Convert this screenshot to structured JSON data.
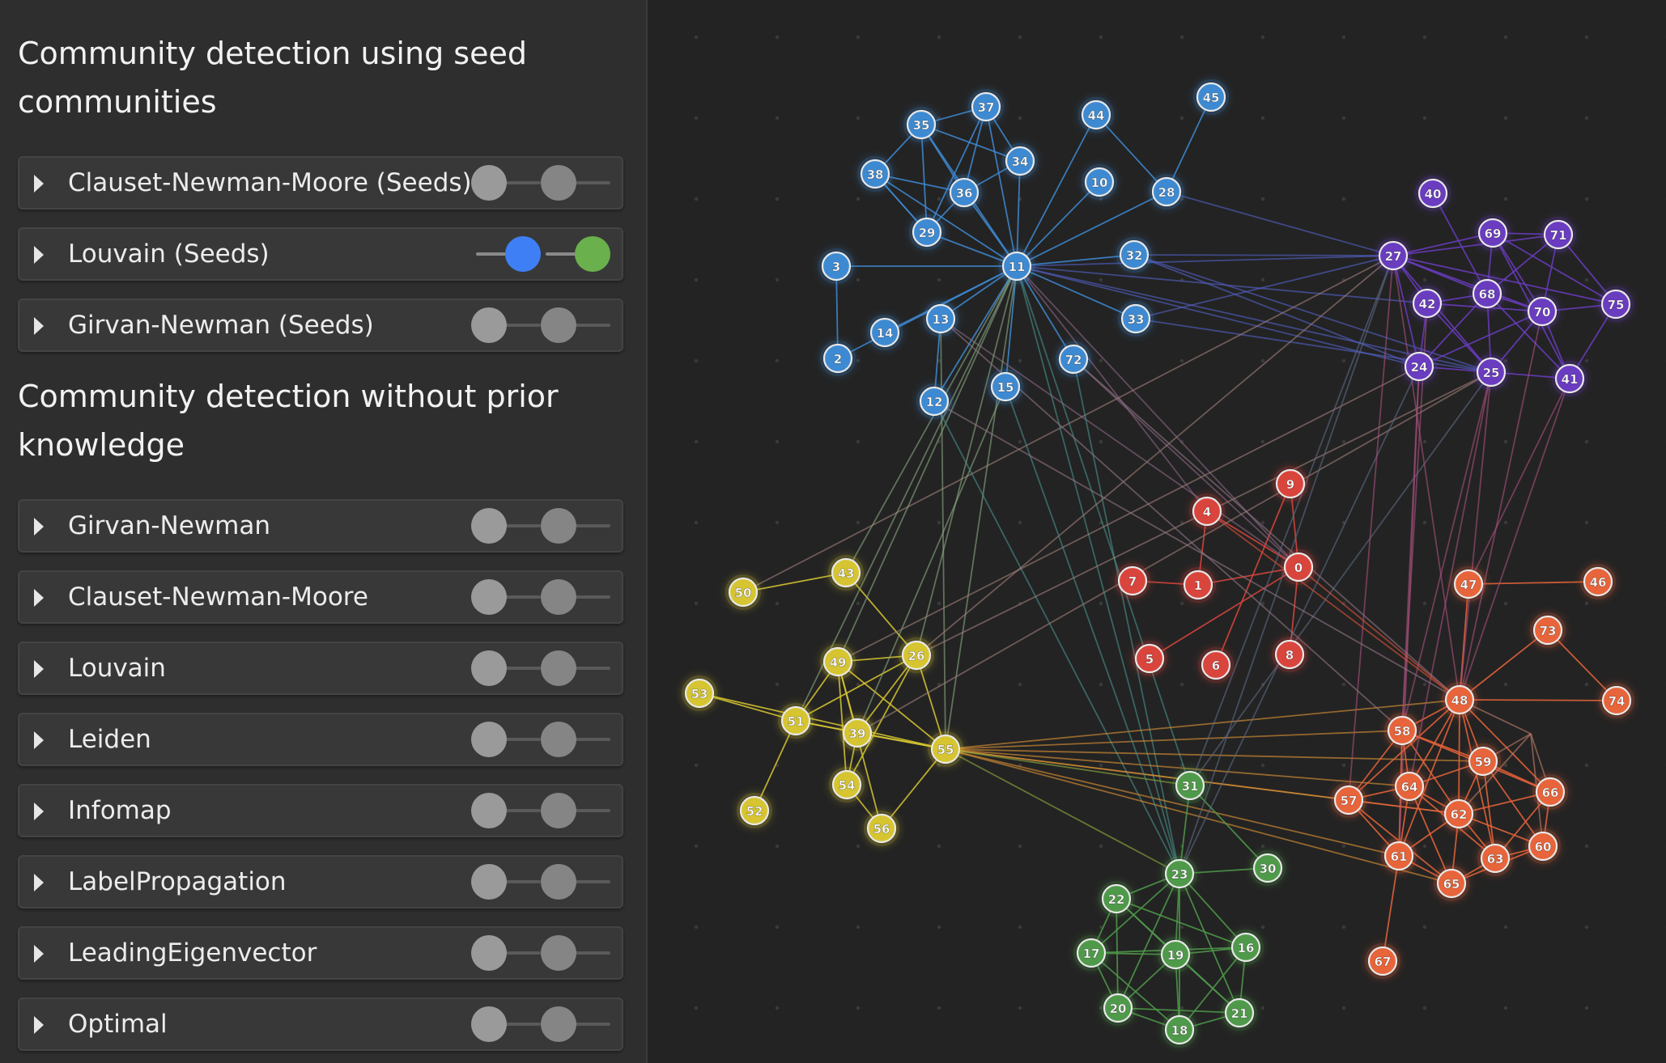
{
  "sidebar": {
    "seed_heading": "Community detection using seed communities",
    "seed_algorithms": [
      {
        "label": "Clauset-Newman-Moore (Seeds)",
        "toggle_a": false,
        "toggle_b": false
      },
      {
        "label": "Louvain (Seeds)",
        "toggle_a": true,
        "toggle_b": true
      },
      {
        "label": "Girvan-Newman (Seeds)",
        "toggle_a": false,
        "toggle_b": false
      }
    ],
    "noprior_heading": "Community detection without prior knowledge",
    "noprior_algorithms": [
      {
        "label": "Girvan-Newman",
        "toggle_a": false,
        "toggle_b": false
      },
      {
        "label": "Clauset-Newman-Moore",
        "toggle_a": false,
        "toggle_b": false
      },
      {
        "label": "Louvain",
        "toggle_a": false,
        "toggle_b": false
      },
      {
        "label": "Leiden",
        "toggle_a": false,
        "toggle_b": false
      },
      {
        "label": "Infomap",
        "toggle_a": false,
        "toggle_b": false
      },
      {
        "label": "LabelPropagation",
        "toggle_a": false,
        "toggle_b": false
      },
      {
        "label": "LeadingEigenvector",
        "toggle_a": false,
        "toggle_b": false
      },
      {
        "label": "Optimal",
        "toggle_a": false,
        "toggle_b": false
      }
    ],
    "toggle_colors": {
      "a_on": "#3f7ff5",
      "b_on": "#6ab04c"
    }
  },
  "graph": {
    "community_colors": {
      "blue": "#3e8ad2",
      "purple": "#6a3cc0",
      "red": "#d9453c",
      "yellow": "#d6c531",
      "orange": "#e8643a",
      "green": "#4f9a4a"
    },
    "nodes": [
      {
        "id": "0",
        "c": "red"
      },
      {
        "id": "1",
        "c": "red"
      },
      {
        "id": "2",
        "c": "blue"
      },
      {
        "id": "3",
        "c": "blue"
      },
      {
        "id": "4",
        "c": "red"
      },
      {
        "id": "5",
        "c": "red"
      },
      {
        "id": "6",
        "c": "red"
      },
      {
        "id": "7",
        "c": "red"
      },
      {
        "id": "8",
        "c": "red"
      },
      {
        "id": "9",
        "c": "red"
      },
      {
        "id": "10",
        "c": "blue"
      },
      {
        "id": "11",
        "c": "blue"
      },
      {
        "id": "12",
        "c": "blue"
      },
      {
        "id": "13",
        "c": "blue"
      },
      {
        "id": "14",
        "c": "blue"
      },
      {
        "id": "15",
        "c": "blue"
      },
      {
        "id": "16",
        "c": "green"
      },
      {
        "id": "17",
        "c": "green"
      },
      {
        "id": "18",
        "c": "green"
      },
      {
        "id": "19",
        "c": "green"
      },
      {
        "id": "20",
        "c": "green"
      },
      {
        "id": "21",
        "c": "green"
      },
      {
        "id": "22",
        "c": "green"
      },
      {
        "id": "23",
        "c": "green"
      },
      {
        "id": "24",
        "c": "purple"
      },
      {
        "id": "25",
        "c": "purple"
      },
      {
        "id": "26",
        "c": "yellow"
      },
      {
        "id": "27",
        "c": "purple"
      },
      {
        "id": "28",
        "c": "blue"
      },
      {
        "id": "29",
        "c": "blue"
      },
      {
        "id": "30",
        "c": "green"
      },
      {
        "id": "31",
        "c": "green"
      },
      {
        "id": "32",
        "c": "blue"
      },
      {
        "id": "33",
        "c": "blue"
      },
      {
        "id": "34",
        "c": "blue"
      },
      {
        "id": "35",
        "c": "blue"
      },
      {
        "id": "36",
        "c": "blue"
      },
      {
        "id": "37",
        "c": "blue"
      },
      {
        "id": "38",
        "c": "blue"
      },
      {
        "id": "39",
        "c": "yellow"
      },
      {
        "id": "40",
        "c": "purple"
      },
      {
        "id": "41",
        "c": "purple"
      },
      {
        "id": "42",
        "c": "purple"
      },
      {
        "id": "43",
        "c": "yellow"
      },
      {
        "id": "44",
        "c": "blue"
      },
      {
        "id": "45",
        "c": "blue"
      },
      {
        "id": "46",
        "c": "orange"
      },
      {
        "id": "47",
        "c": "orange"
      },
      {
        "id": "48",
        "c": "orange"
      },
      {
        "id": "49",
        "c": "yellow"
      },
      {
        "id": "50",
        "c": "yellow"
      },
      {
        "id": "51",
        "c": "yellow"
      },
      {
        "id": "52",
        "c": "yellow"
      },
      {
        "id": "53",
        "c": "yellow"
      },
      {
        "id": "54",
        "c": "yellow"
      },
      {
        "id": "55",
        "c": "yellow"
      },
      {
        "id": "56",
        "c": "yellow"
      },
      {
        "id": "57",
        "c": "orange"
      },
      {
        "id": "58",
        "c": "orange"
      },
      {
        "id": "59",
        "c": "orange"
      },
      {
        "id": "60",
        "c": "orange"
      },
      {
        "id": "61",
        "c": "orange"
      },
      {
        "id": "62",
        "c": "orange"
      },
      {
        "id": "63",
        "c": "orange"
      },
      {
        "id": "64",
        "c": "orange"
      },
      {
        "id": "65",
        "c": "orange"
      },
      {
        "id": "66",
        "c": "orange"
      },
      {
        "id": "67",
        "c": "orange"
      },
      {
        "id": "68",
        "c": "purple"
      },
      {
        "id": "69",
        "c": "purple"
      },
      {
        "id": "70",
        "c": "purple"
      },
      {
        "id": "71",
        "c": "purple"
      },
      {
        "id": "72",
        "c": "blue"
      },
      {
        "id": "73",
        "c": "orange"
      },
      {
        "id": "74",
        "c": "orange"
      },
      {
        "id": "75",
        "c": "purple"
      }
    ],
    "edges": [
      [
        "11",
        "3"
      ],
      [
        "11",
        "29"
      ],
      [
        "11",
        "36"
      ],
      [
        "11",
        "34"
      ],
      [
        "11",
        "37"
      ],
      [
        "11",
        "10"
      ],
      [
        "11",
        "44"
      ],
      [
        "11",
        "28"
      ],
      [
        "11",
        "32"
      ],
      [
        "11",
        "33"
      ],
      [
        "11",
        "13"
      ],
      [
        "11",
        "14"
      ],
      [
        "11",
        "12"
      ],
      [
        "11",
        "15"
      ],
      [
        "11",
        "72"
      ],
      [
        "11",
        "38"
      ],
      [
        "11",
        "35"
      ],
      [
        "35",
        "37"
      ],
      [
        "35",
        "36"
      ],
      [
        "35",
        "38"
      ],
      [
        "35",
        "29"
      ],
      [
        "35",
        "34"
      ],
      [
        "37",
        "36"
      ],
      [
        "37",
        "34"
      ],
      [
        "37",
        "29"
      ],
      [
        "38",
        "36"
      ],
      [
        "38",
        "29"
      ],
      [
        "36",
        "34"
      ],
      [
        "36",
        "29"
      ],
      [
        "29",
        "38"
      ],
      [
        "3",
        "2"
      ],
      [
        "2",
        "11"
      ],
      [
        "28",
        "45"
      ],
      [
        "28",
        "44"
      ],
      [
        "32",
        "27"
      ],
      [
        "12",
        "13"
      ],
      [
        "11",
        "27"
      ],
      [
        "11",
        "24"
      ],
      [
        "11",
        "25"
      ],
      [
        "11",
        "42"
      ],
      [
        "32",
        "24"
      ],
      [
        "33",
        "27"
      ],
      [
        "32",
        "25"
      ],
      [
        "28",
        "27"
      ],
      [
        "33",
        "25"
      ],
      [
        "27",
        "69"
      ],
      [
        "27",
        "71"
      ],
      [
        "27",
        "68"
      ],
      [
        "27",
        "42"
      ],
      [
        "27",
        "70"
      ],
      [
        "27",
        "75"
      ],
      [
        "27",
        "24"
      ],
      [
        "27",
        "25"
      ],
      [
        "40",
        "68"
      ],
      [
        "69",
        "71"
      ],
      [
        "69",
        "68"
      ],
      [
        "69",
        "70"
      ],
      [
        "69",
        "75"
      ],
      [
        "69",
        "41"
      ],
      [
        "71",
        "75"
      ],
      [
        "71",
        "70"
      ],
      [
        "71",
        "68"
      ],
      [
        "68",
        "42"
      ],
      [
        "68",
        "70"
      ],
      [
        "68",
        "25"
      ],
      [
        "68",
        "24"
      ],
      [
        "68",
        "41"
      ],
      [
        "42",
        "24"
      ],
      [
        "42",
        "25"
      ],
      [
        "70",
        "75"
      ],
      [
        "70",
        "25"
      ],
      [
        "70",
        "41"
      ],
      [
        "24",
        "25"
      ],
      [
        "25",
        "41"
      ],
      [
        "75",
        "41"
      ],
      [
        "24",
        "70"
      ],
      [
        "42",
        "70"
      ],
      [
        "0",
        "1"
      ],
      [
        "0",
        "4"
      ],
      [
        "0",
        "9"
      ],
      [
        "0",
        "8"
      ],
      [
        "0",
        "5"
      ],
      [
        "1",
        "7"
      ],
      [
        "4",
        "1"
      ],
      [
        "9",
        "6"
      ],
      [
        "11",
        "0"
      ],
      [
        "11",
        "4"
      ],
      [
        "0",
        "13"
      ],
      [
        "72",
        "0"
      ],
      [
        "50",
        "43"
      ],
      [
        "50",
        "27"
      ],
      [
        "43",
        "26"
      ],
      [
        "49",
        "26"
      ],
      [
        "49",
        "51"
      ],
      [
        "49",
        "39"
      ],
      [
        "49",
        "54"
      ],
      [
        "49",
        "55"
      ],
      [
        "26",
        "39"
      ],
      [
        "26",
        "55"
      ],
      [
        "26",
        "51"
      ],
      [
        "51",
        "53"
      ],
      [
        "51",
        "52"
      ],
      [
        "51",
        "39"
      ],
      [
        "51",
        "55"
      ],
      [
        "39",
        "54"
      ],
      [
        "39",
        "55"
      ],
      [
        "54",
        "56"
      ],
      [
        "55",
        "56"
      ],
      [
        "55",
        "53"
      ],
      [
        "49",
        "56"
      ],
      [
        "26",
        "54"
      ],
      [
        "11",
        "49"
      ],
      [
        "11",
        "26"
      ],
      [
        "11",
        "55"
      ],
      [
        "11",
        "43"
      ],
      [
        "11",
        "51"
      ],
      [
        "15",
        "39"
      ],
      [
        "12",
        "23"
      ],
      [
        "11",
        "23"
      ],
      [
        "11",
        "31"
      ],
      [
        "72",
        "23"
      ],
      [
        "13",
        "55"
      ],
      [
        "55",
        "58"
      ],
      [
        "55",
        "57"
      ],
      [
        "55",
        "64"
      ],
      [
        "55",
        "48"
      ],
      [
        "55",
        "61"
      ],
      [
        "55",
        "59"
      ],
      [
        "55",
        "62"
      ],
      [
        "55",
        "65"
      ],
      [
        "55",
        "23"
      ],
      [
        "55",
        "31"
      ],
      [
        "26",
        "25"
      ],
      [
        "49",
        "24"
      ],
      [
        "26",
        "27"
      ],
      [
        "39",
        "25"
      ],
      [
        "23",
        "22"
      ],
      [
        "23",
        "17"
      ],
      [
        "23",
        "19"
      ],
      [
        "23",
        "16"
      ],
      [
        "23",
        "20"
      ],
      [
        "23",
        "21"
      ],
      [
        "23",
        "18"
      ],
      [
        "23",
        "30"
      ],
      [
        "23",
        "31"
      ],
      [
        "22",
        "17"
      ],
      [
        "22",
        "19"
      ],
      [
        "22",
        "16"
      ],
      [
        "22",
        "20"
      ],
      [
        "17",
        "19"
      ],
      [
        "17",
        "20"
      ],
      [
        "17",
        "18"
      ],
      [
        "19",
        "16"
      ],
      [
        "19",
        "20"
      ],
      [
        "19",
        "21"
      ],
      [
        "19",
        "18"
      ],
      [
        "16",
        "21"
      ],
      [
        "16",
        "18"
      ],
      [
        "20",
        "18"
      ],
      [
        "21",
        "18"
      ],
      [
        "17",
        "16"
      ],
      [
        "22",
        "21"
      ],
      [
        "20",
        "21"
      ],
      [
        "31",
        "30"
      ],
      [
        "27",
        "23"
      ],
      [
        "24",
        "23"
      ],
      [
        "25",
        "31"
      ],
      [
        "27",
        "31"
      ],
      [
        "48",
        "58"
      ],
      [
        "48",
        "59"
      ],
      [
        "48",
        "76"
      ],
      [
        "48",
        "64"
      ],
      [
        "48",
        "62"
      ],
      [
        "48",
        "57"
      ],
      [
        "48",
        "47"
      ],
      [
        "48",
        "73"
      ],
      [
        "48",
        "74"
      ],
      [
        "48",
        "66"
      ],
      [
        "48",
        "63"
      ],
      [
        "48",
        "61"
      ],
      [
        "58",
        "64"
      ],
      [
        "58",
        "57"
      ],
      [
        "58",
        "59"
      ],
      [
        "58",
        "62"
      ],
      [
        "58",
        "61"
      ],
      [
        "59",
        "76"
      ],
      [
        "59",
        "64"
      ],
      [
        "59",
        "62"
      ],
      [
        "59",
        "66"
      ],
      [
        "59",
        "63"
      ],
      [
        "59",
        "60"
      ],
      [
        "76",
        "66"
      ],
      [
        "76",
        "60"
      ],
      [
        "76",
        "62"
      ],
      [
        "64",
        "57"
      ],
      [
        "64",
        "62"
      ],
      [
        "64",
        "61"
      ],
      [
        "64",
        "65"
      ],
      [
        "64",
        "63"
      ],
      [
        "62",
        "66"
      ],
      [
        "62",
        "63"
      ],
      [
        "62",
        "65"
      ],
      [
        "62",
        "61"
      ],
      [
        "62",
        "60"
      ],
      [
        "66",
        "60"
      ],
      [
        "66",
        "63"
      ],
      [
        "63",
        "60"
      ],
      [
        "63",
        "65"
      ],
      [
        "61",
        "65"
      ],
      [
        "57",
        "61"
      ],
      [
        "57",
        "62"
      ],
      [
        "47",
        "46"
      ],
      [
        "73",
        "74"
      ],
      [
        "61",
        "67"
      ],
      [
        "65",
        "60"
      ],
      [
        "57",
        "65"
      ],
      [
        "58",
        "66"
      ],
      [
        "25",
        "48"
      ],
      [
        "41",
        "48"
      ],
      [
        "24",
        "58"
      ],
      [
        "25",
        "58"
      ],
      [
        "27",
        "57"
      ],
      [
        "25",
        "64"
      ],
      [
        "24",
        "61"
      ],
      [
        "70",
        "48"
      ],
      [
        "41",
        "47"
      ],
      [
        "27",
        "48"
      ],
      [
        "42",
        "58"
      ],
      [
        "4",
        "48"
      ],
      [
        "13",
        "58"
      ],
      [
        "15",
        "23"
      ],
      [
        "0",
        "48"
      ],
      [
        "72",
        "48"
      ],
      [
        "12",
        "48"
      ]
    ]
  }
}
